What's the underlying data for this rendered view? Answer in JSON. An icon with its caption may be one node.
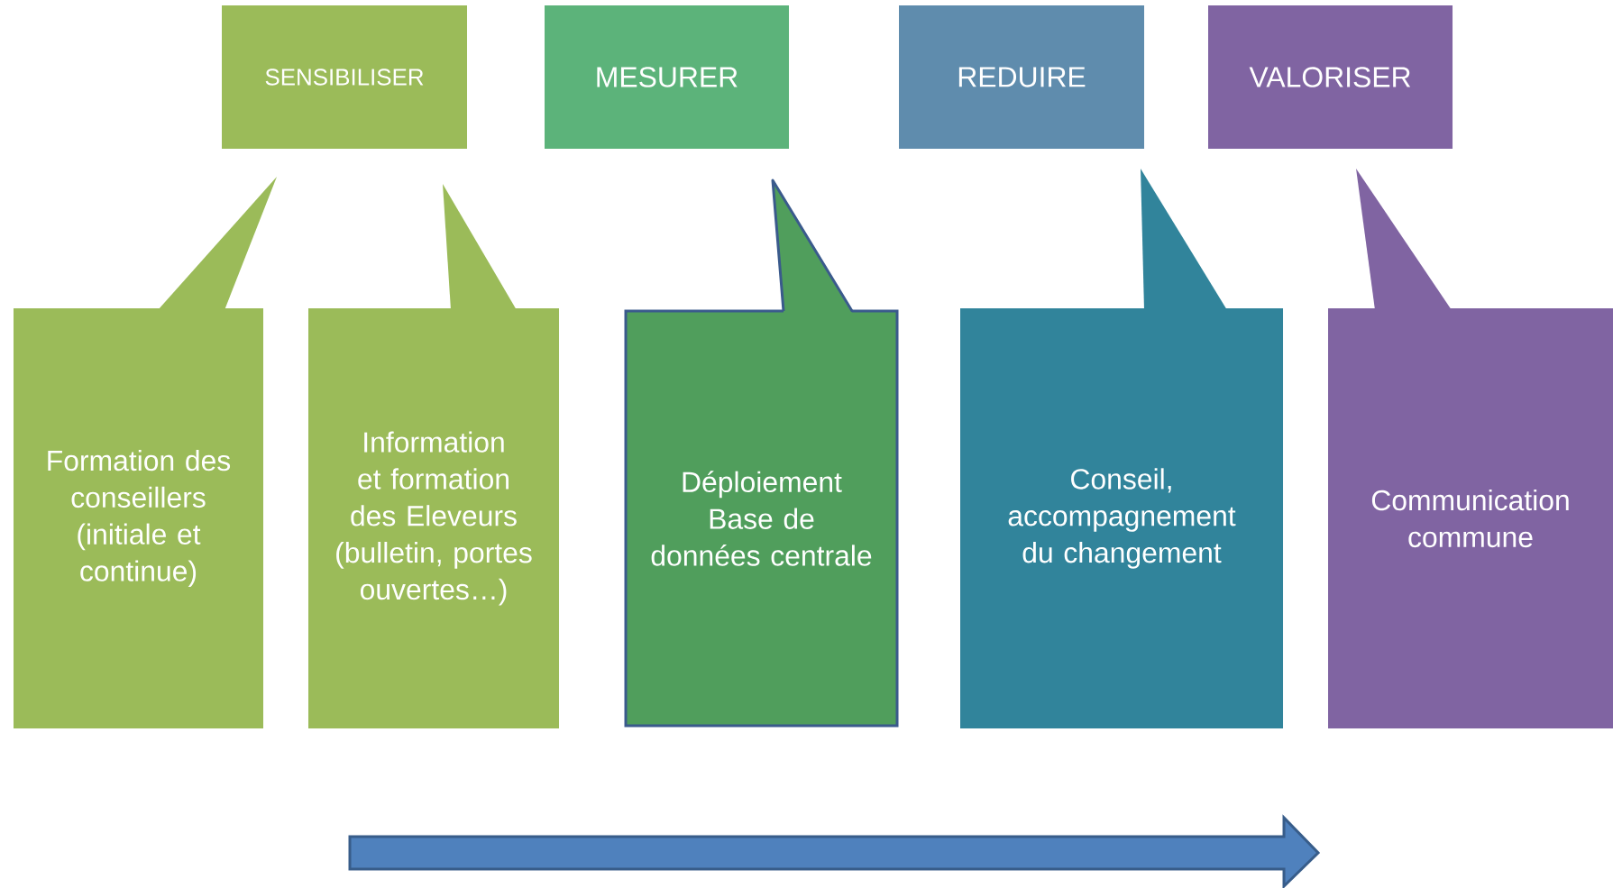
{
  "diagram": {
    "nodes": [
      {
        "text": [
          "SENSIBILISER"
        ]
      },
      {
        "text": [
          "MESURER"
        ]
      },
      {
        "text": [
          "REDUIRE"
        ]
      },
      {
        "text": [
          "VALORISER"
        ]
      },
      {
        "text": [
          "Formation des conseillers (initiale et continue)"
        ]
      },
      {
        "text": [
          "Information et formation des Eleveurs (bulletin, portes ouvertes…)"
        ]
      },
      {
        "text": [
          "Déploiement Base de données centrale"
        ]
      },
      {
        "text": [
          "Conseil, accompagnement du changement"
        ]
      },
      {
        "text": [
          "Communication commune"
        ]
      }
    ]
  }
}
